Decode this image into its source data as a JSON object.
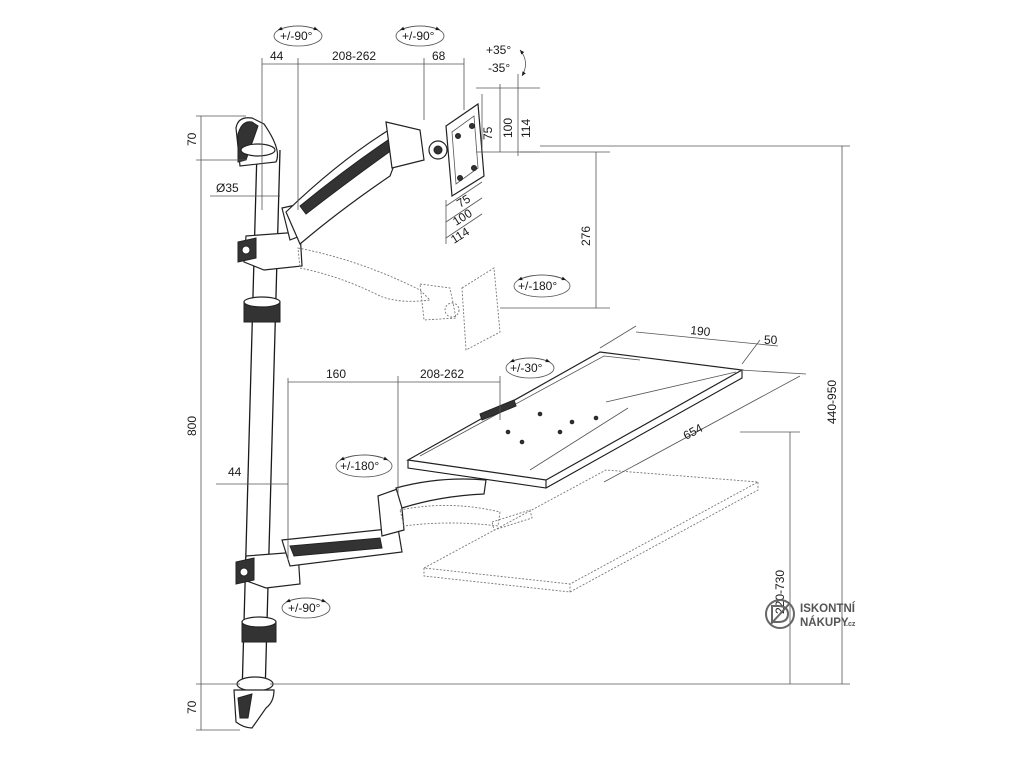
{
  "rotation_labels": {
    "top_left": "+/-90°",
    "top_right": "+/-90°",
    "monitor_tilt_up": "+35°",
    "monitor_tilt_down": "-35°",
    "monitor_rotate": "+/-180°",
    "keyboard_swivel": "+/-30°",
    "keyboard_rotate": "+/-180°",
    "bottom_left": "+/-90°"
  },
  "dimensions": {
    "top_offset": "44",
    "top_arm_reach": "208-262",
    "monitor_depth": "68",
    "vesa_v_75": "75",
    "vesa_v_100": "100",
    "vesa_v_114": "114",
    "vesa_h_75": "75",
    "vesa_h_100": "100",
    "vesa_h_114": "114",
    "pole_diameter": "Ø35",
    "top_cap": "70",
    "monitor_drop": "276",
    "tray_width": "190",
    "tray_extension": "50",
    "tray_length": "654",
    "keyboard_offset": "160",
    "keyboard_arm_reach": "208-262",
    "pole_height": "800",
    "pole_offset": "44",
    "tray_height": "220-730",
    "overall_height": "440-950",
    "bottom_cap": "70"
  },
  "logo": {
    "line1": "ISKONTNÍ",
    "line2": "NÁKUPY",
    "suffix": ".cz"
  }
}
